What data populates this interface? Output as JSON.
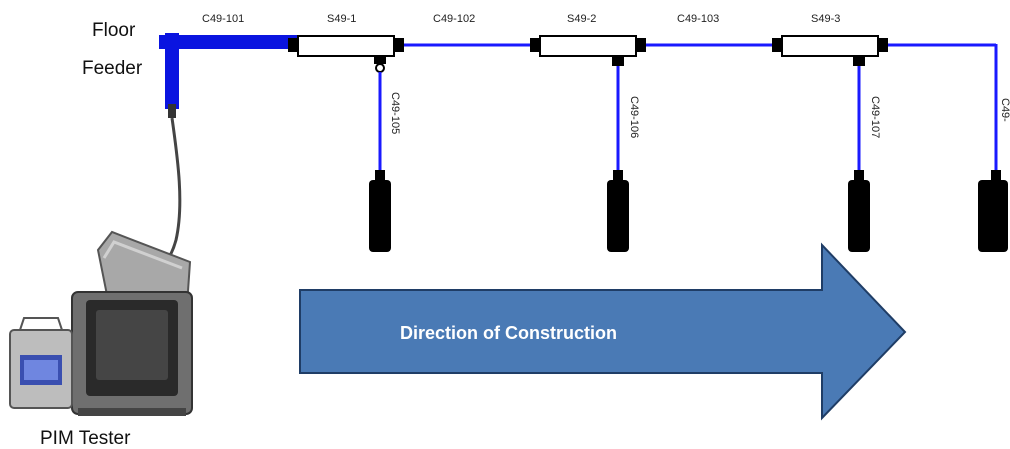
{
  "diagram": {
    "floor_feeder_label_1": "Floor",
    "floor_feeder_label_2": "Feeder",
    "pim_tester_label": "PIM Tester",
    "arrow_label": "Direction of Construction",
    "trunk_cables": [
      "C49-101",
      "C49-102",
      "C49-103"
    ],
    "splitters": [
      "S49-1",
      "S49-2",
      "S49-3"
    ],
    "drop_cables": [
      "C49-105",
      "C49-106",
      "C49-107",
      "C49-"
    ],
    "colors": {
      "cable": "#1a1aff",
      "feeder": "#0a14e0",
      "arrow_fill": "#4a7ab5",
      "arrow_stroke": "#1f3d66",
      "antenna": "#000000"
    }
  }
}
